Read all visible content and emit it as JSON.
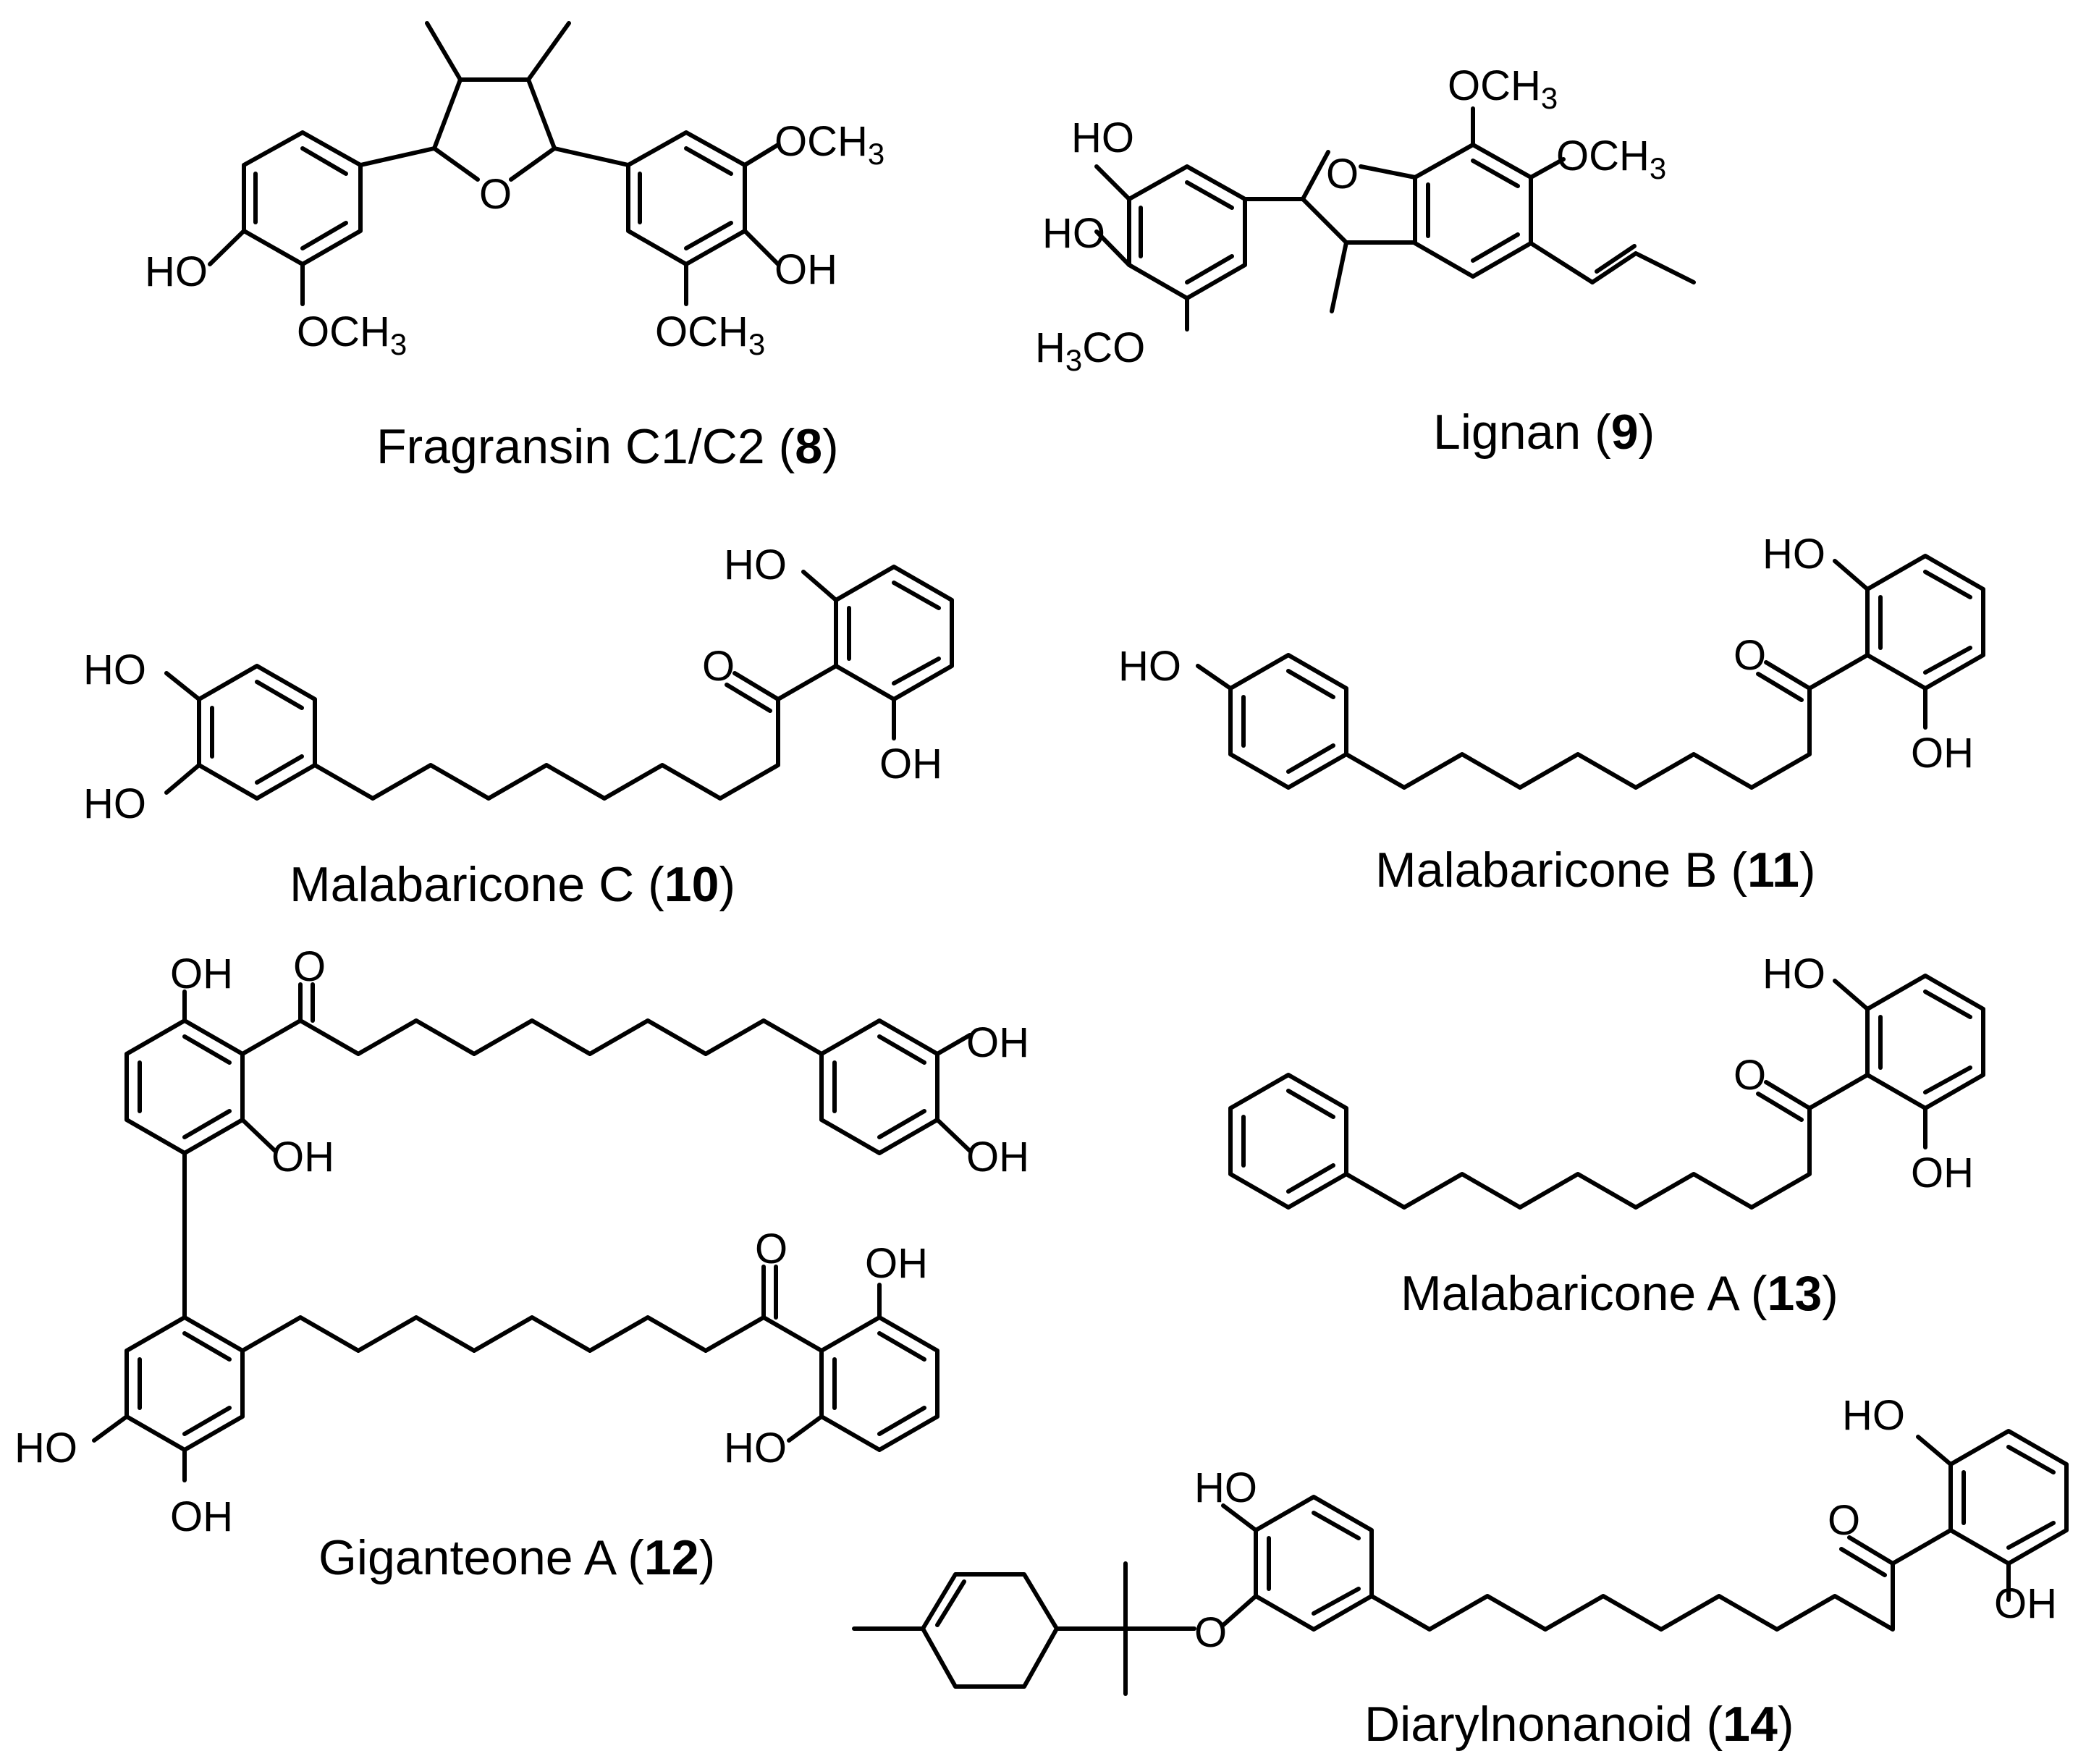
{
  "colors": {
    "ink": "#000000",
    "background": "#ffffff"
  },
  "compounds": [
    {
      "name": "Fragransin C1/C2",
      "number": "8"
    },
    {
      "name": "Lignan",
      "number": "9"
    },
    {
      "name": "Malabaricone C",
      "number": "10"
    },
    {
      "name": "Malabaricone B",
      "number": "11"
    },
    {
      "name": "Giganteone A",
      "number": "12"
    },
    {
      "name": "Malabaricone A",
      "number": "13"
    },
    {
      "name": "Diarylnonanoid",
      "number": "14"
    }
  ],
  "labels": {
    "hydroxyl": "HO",
    "hydroxyl_right": "OH",
    "methoxy": "OCH",
    "methoxy_left_h": "H",
    "methoxy_left_co": "CO",
    "subscript_3": "3",
    "oxygen": "O"
  }
}
